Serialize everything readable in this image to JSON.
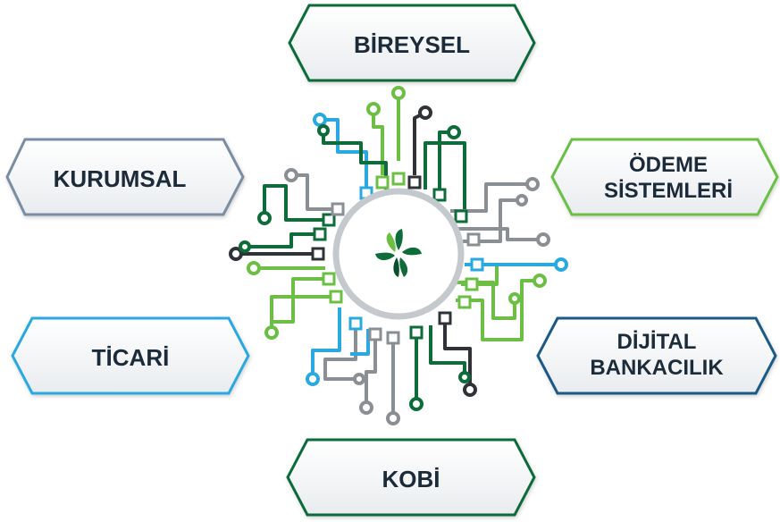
{
  "colors": {
    "dark_green": "#0e6b3a",
    "light_green": "#6cbf44",
    "slate": "#7a8ea3",
    "cyan": "#2aa9e0",
    "navy": "#1d5a86",
    "gray": "#8a8f94",
    "charcoal": "#2f3338",
    "text": "#1c2b3a"
  },
  "center": {
    "icon": "clover-logo-icon"
  },
  "segments": {
    "bireysel": {
      "label": "BİREYSEL"
    },
    "odeme": {
      "line1": "ÖDEME",
      "line2": "SİSTEMLERİ"
    },
    "dijital": {
      "line1": "DİJİTAL",
      "line2": "BANKACILIK"
    },
    "kobi": {
      "label": "KOBİ"
    },
    "ticari": {
      "label": "TİCARİ"
    },
    "kurumsal": {
      "label": "KURUMSAL"
    }
  }
}
